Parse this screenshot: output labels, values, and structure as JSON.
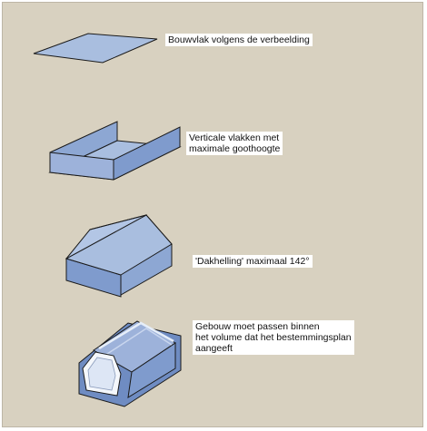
{
  "palette": {
    "background": "#d8d1c0",
    "face_light": "#a9bedf",
    "face_mid": "#8da7d3",
    "face_dark": "#6f8cc2",
    "edge": "#1a1a1a"
  },
  "steps": [
    {
      "label": "Bouwvlak volgens de verbeelding"
    },
    {
      "label": "Verticale vlakken met\nmaximale goothoogte"
    },
    {
      "label": "'Dakhelling' maximaal 142°"
    },
    {
      "label": "Gebouw moet passen binnen\nhet volume dat het bestemmingsplan\naangeeft"
    }
  ]
}
